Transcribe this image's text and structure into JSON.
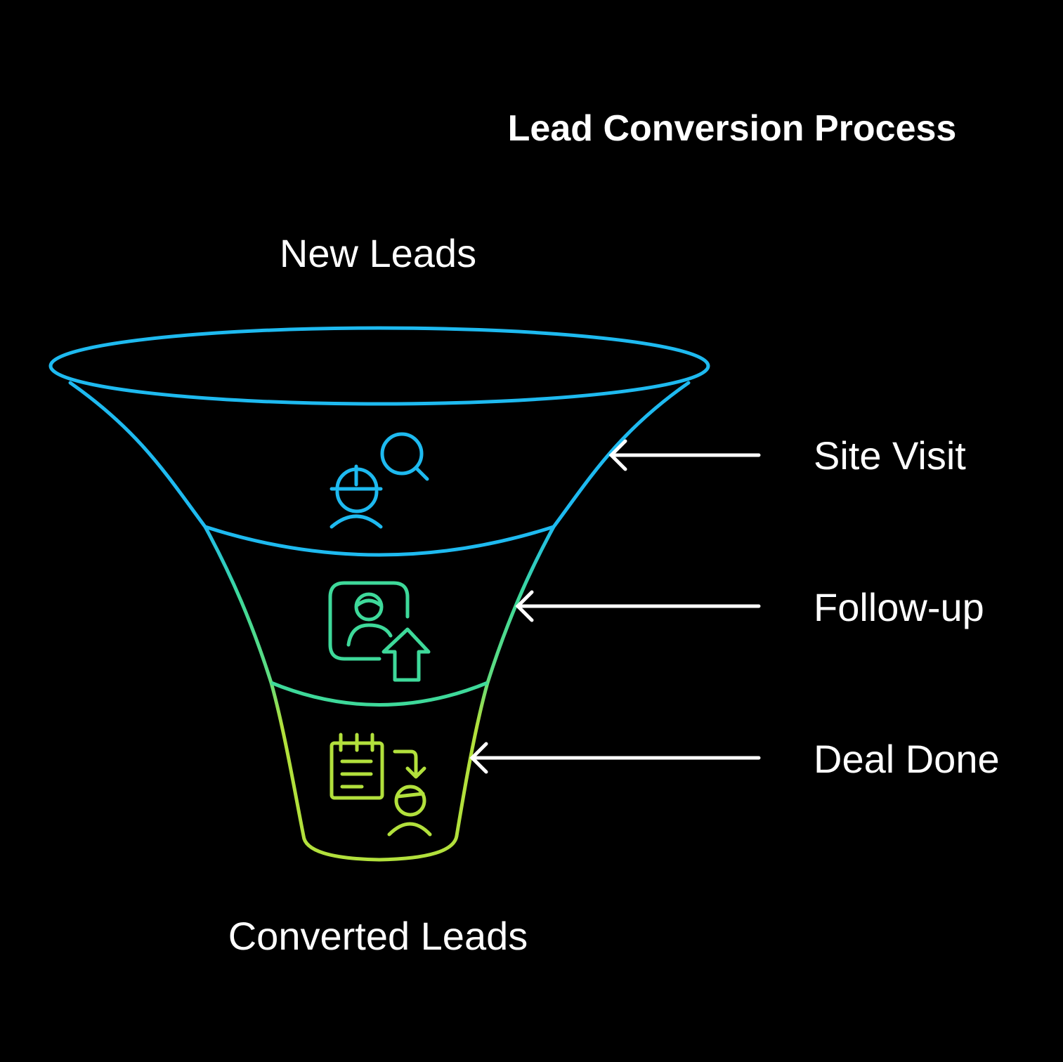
{
  "title": "Lead Conversion Process",
  "top_label": "New Leads",
  "bottom_label": "Converted Leads",
  "colors": {
    "background": "#000000",
    "text": "#ffffff",
    "stage1": "#1ebaf0",
    "stage2": "#3ed99a",
    "stage3": "#b2e03c",
    "arrow": "#ffffff"
  },
  "stages": [
    {
      "label": "Site Visit",
      "icon": "engineer-search-icon"
    },
    {
      "label": "Follow-up",
      "icon": "profile-upload-icon"
    },
    {
      "label": "Deal Done",
      "icon": "calendar-handoff-icon"
    }
  ]
}
